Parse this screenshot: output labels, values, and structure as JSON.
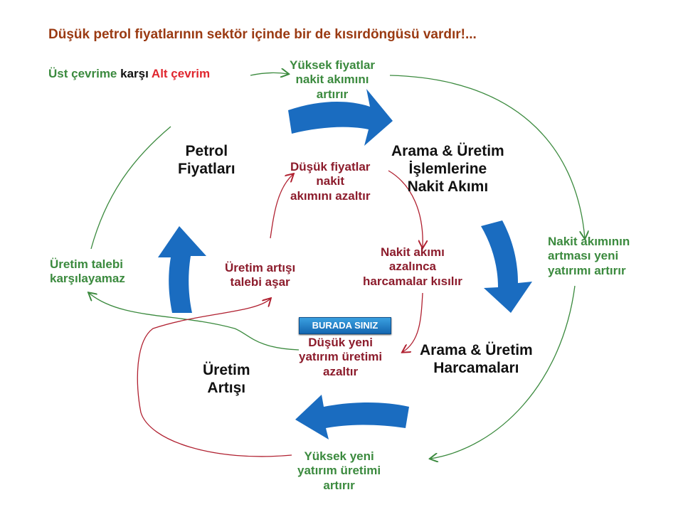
{
  "title": "Düşük petrol fiyatlarının sektör içinde bir de kısırdöngüsü vardır!...",
  "legend": {
    "upper": "Üst çevrime",
    "versus": "karşı",
    "lower": "Alt çevrim"
  },
  "nodes": {
    "oil_prices": [
      "Petrol",
      "Fiyatları"
    ],
    "cash_flow": [
      "Arama & Üretim",
      "İşlemlerine",
      "Nakit Akımı"
    ],
    "spending": [
      "Arama & Üretim",
      "Harcamaları"
    ],
    "production": [
      "Üretim",
      "Artışı"
    ]
  },
  "upper_cycle": {
    "high_prices": [
      "Yüksek fiyatlar",
      "nakit akımını",
      "artırır"
    ],
    "cash_increase": [
      "Nakit akımının",
      "artması yeni",
      "yatırımı artırır"
    ],
    "high_investment": [
      "Yüksek yeni",
      "yatırım üretimi",
      "artırır"
    ],
    "demand": [
      "Üretim talebi",
      "karşılayamaz"
    ]
  },
  "lower_cycle": {
    "low_prices": [
      "Düşük fiyatlar",
      "nakit",
      "akımını azaltır"
    ],
    "cash_decrease": [
      "Nakit akımı",
      "azalınca",
      "harcamalar kısılır"
    ],
    "low_investment": [
      "Düşük yeni",
      "yatırım üretimi",
      "azaltır"
    ],
    "oversupply": [
      "Üretim artışı",
      "talebi aşar"
    ]
  },
  "badge": "BURADA SINIZ",
  "colors": {
    "title": "#9a3a12",
    "green": "#3b8a3e",
    "red": "#8c1c2c",
    "blue": "#1a6cc0",
    "red_label": "#e0262e"
  }
}
